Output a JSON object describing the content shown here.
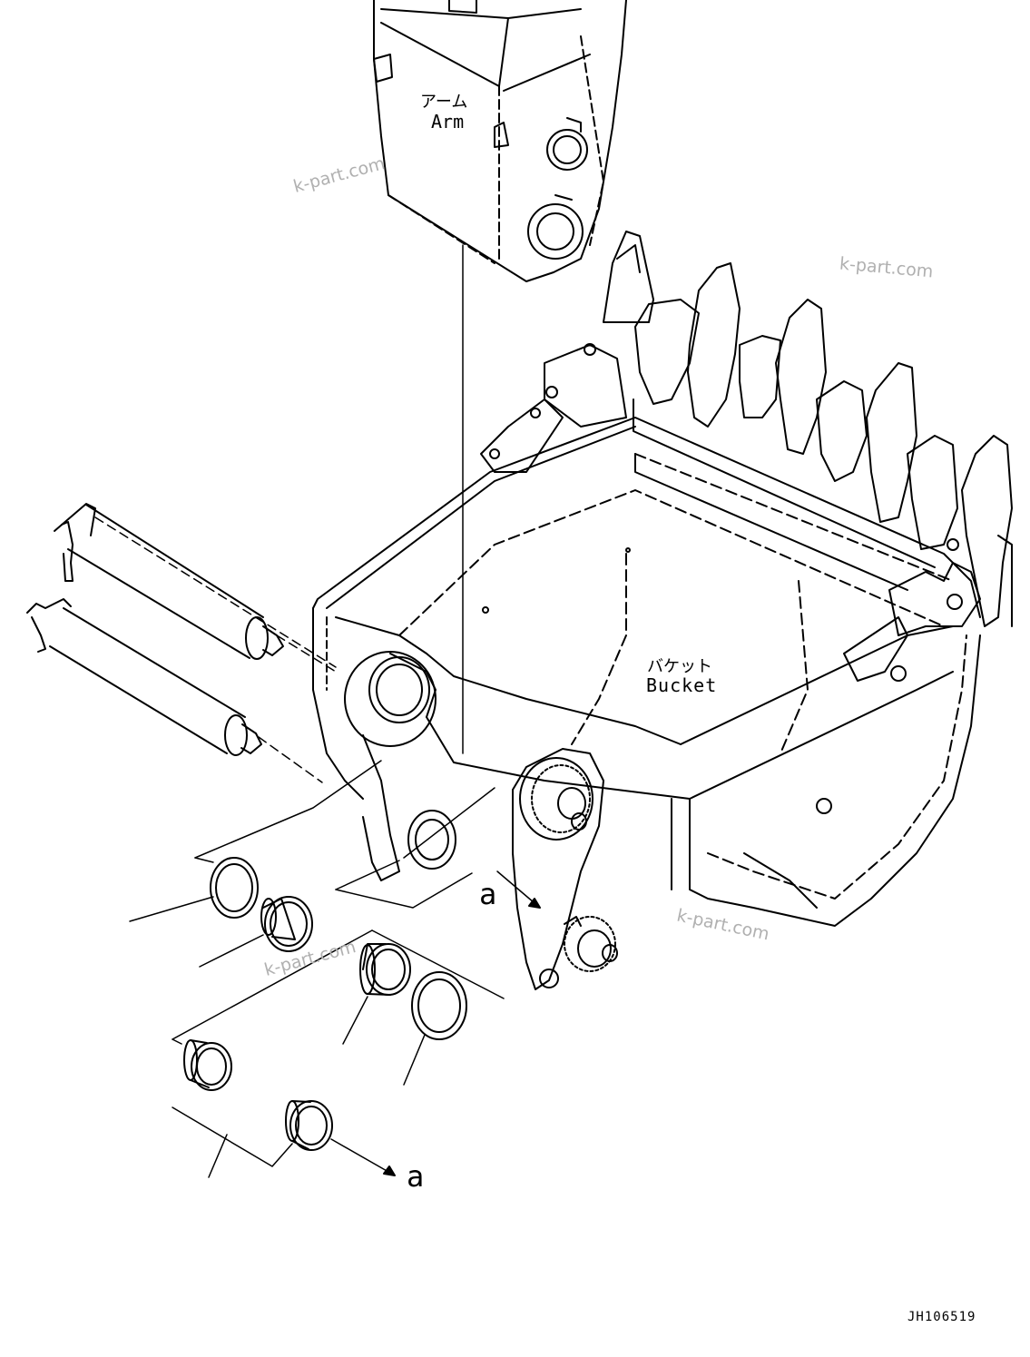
{
  "labels": {
    "arm_jp": "アーム",
    "arm_en": "Arm",
    "bucket_jp": "バケット",
    "bucket_en": "Bucket",
    "ref_a_1": "a",
    "ref_a_2": "a",
    "drawing_no": "JH106519"
  },
  "watermarks": [
    "k-part.com",
    "k-part.com",
    "k-part.com",
    "k-part.com"
  ],
  "colors": {
    "line": "#000000",
    "watermark": "#b0b0b0",
    "background": "#ffffff"
  }
}
